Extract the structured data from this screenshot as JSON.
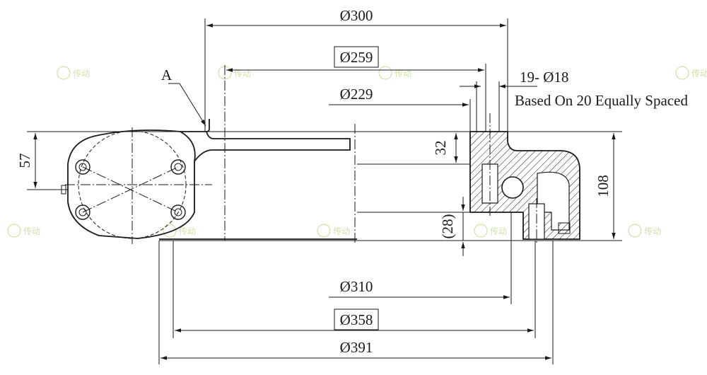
{
  "dimensions": {
    "d300": "Ø300",
    "d259": "Ø259",
    "d229": "Ø229",
    "d310": "Ø310",
    "d358": "Ø358",
    "d391": "Ø391",
    "h57": "57",
    "h32": "32",
    "h28": "(28)",
    "h108": "108"
  },
  "notes": {
    "hole_spec": "19- Ø18",
    "hole_basis": "Based On 20 Equally Spaced",
    "view_label": "A"
  },
  "watermark": {
    "text": "传动"
  }
}
